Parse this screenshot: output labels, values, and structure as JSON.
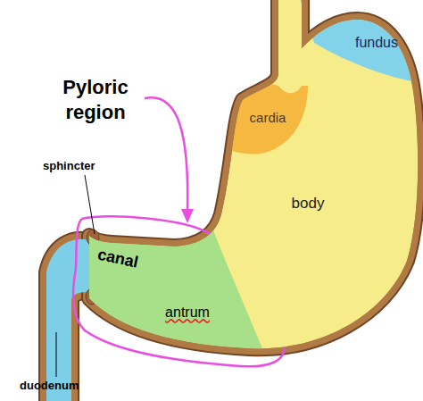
{
  "diagram": {
    "nodes": [
      {
        "text": [
          "fundus"
        ]
      },
      {
        "text": [
          "cardia"
        ]
      },
      {
        "text": [
          "body"
        ]
      },
      {
        "text": [
          "canal",
          "antrum"
        ]
      }
    ],
    "labels": [
      "Pyloric region",
      "sphincter",
      "duodenum"
    ]
  }
}
